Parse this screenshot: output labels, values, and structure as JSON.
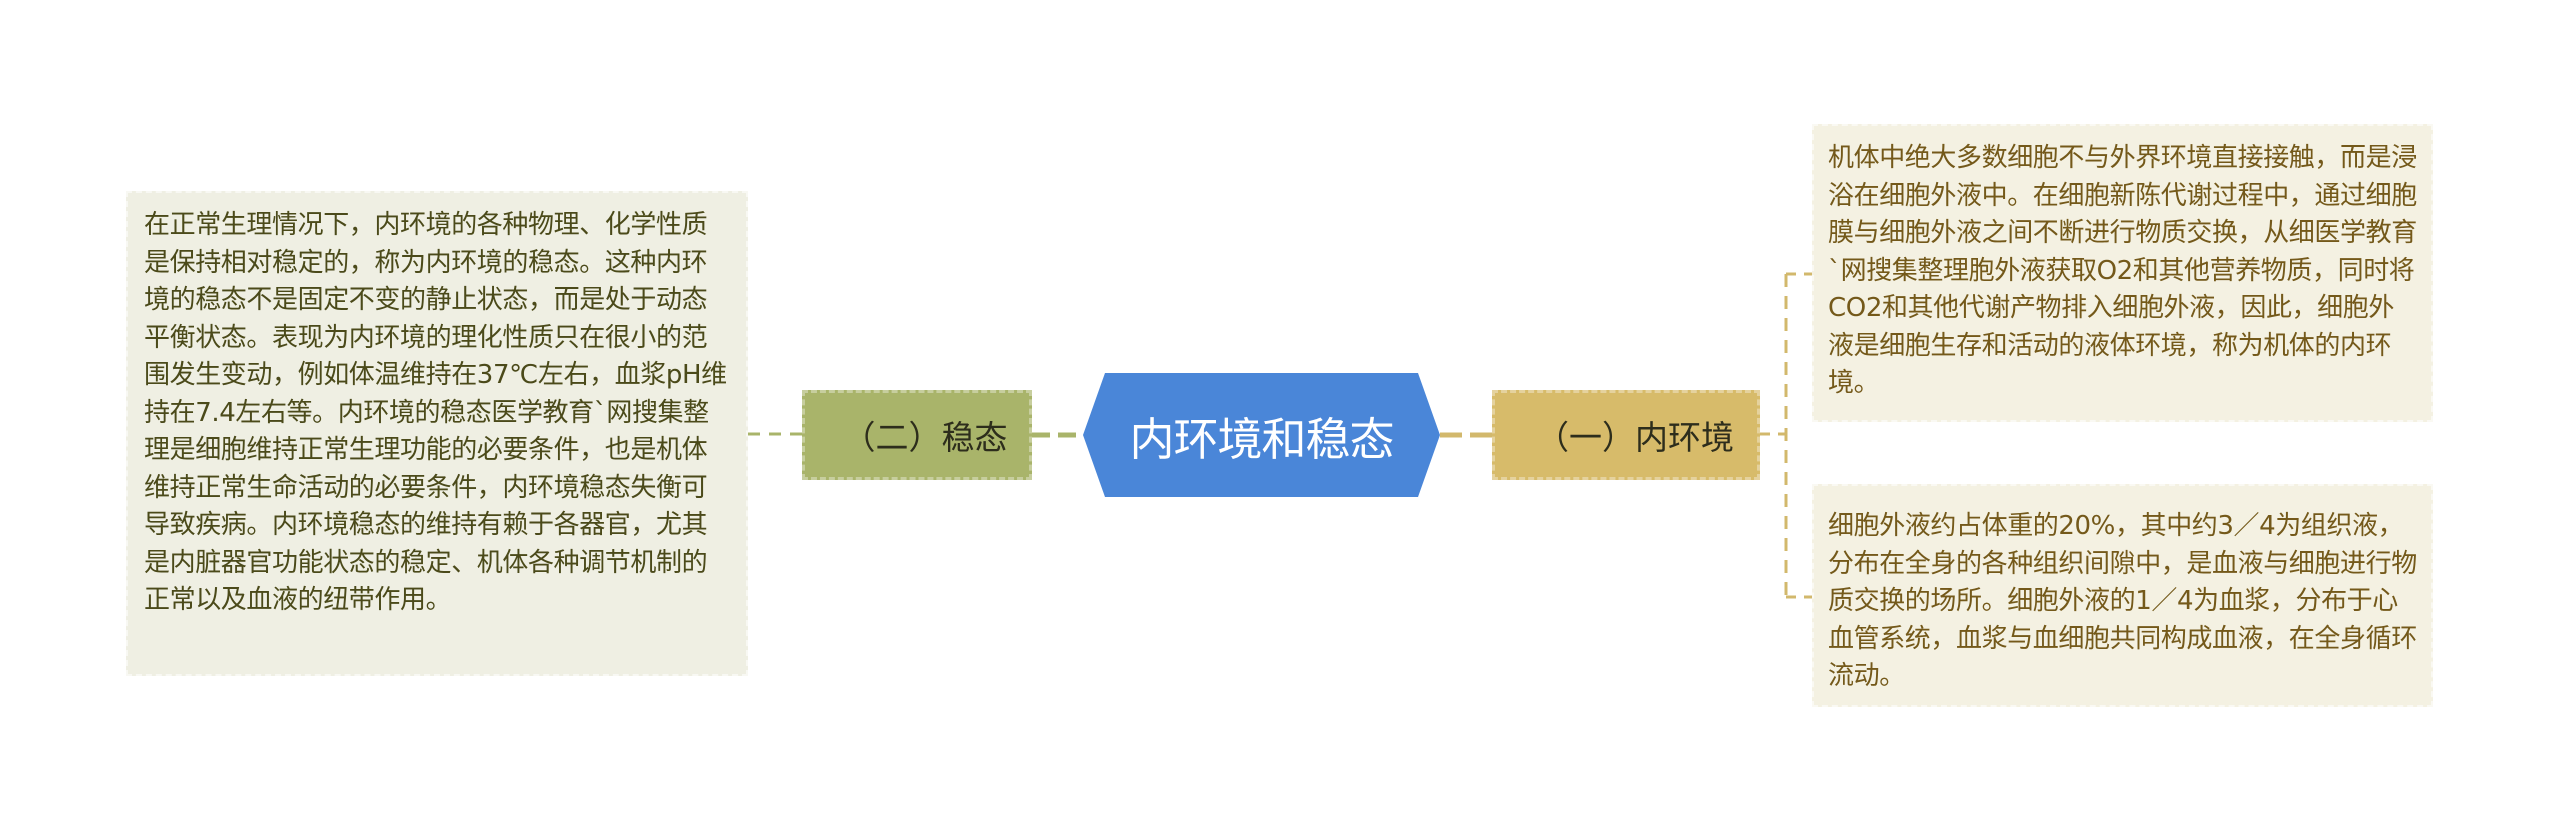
{
  "mindmap": {
    "root": {
      "label": "内环境和稳态",
      "color": "#4a86d8"
    },
    "branches": [
      {
        "id": "left",
        "label": "（二）稳态",
        "color": "#a9b46a",
        "leaves": [
          "在正常生理情况下，内环境的各种物理、化学性质是保持相对稳定的，称为内环境的稳态。这种内环境的稳态不是固定不变的静止状态，而是处于动态平衡状态。表现为内环境的理化性质只在很小的范围发生变动，例如体温维持在37℃左右，血浆pH维持在7.4左右等。内环境的稳态医学教育`网搜集整理是细胞维持正常生理功能的必要条件，也是机体维持正常生命活动的必要条件，内环境稳态失衡可导致疾病。内环境稳态的维持有赖于各器官，尤其是内脏器官功能状态的稳定、机体各种调节机制的正常以及血液的纽带作用。"
        ]
      },
      {
        "id": "right",
        "label": "（一）内环境",
        "color": "#d7bb6a",
        "leaves": [
          "机体中绝大多数细胞不与外界环境直接接触，而是浸浴在细胞外液中。在细胞新陈代谢过程中，通过细胞膜与细胞外液之间不断进行物质交换，从细医学教育`网搜集整理胞外液获取O2和其他营养物质，同时将CO2和其他代谢产物排入细胞外液，因此，细胞外液是细胞生存和活动的液体环境，称为机体的内环境。",
          "细胞外液约占体重的20%，其中约3／4为组织液，分布在全身的各种组织间隙中，是血液与细胞进行物质交换的场所。细胞外液的1／4为血浆，分布于心血管系统，血浆与血细胞共同构成血液，在全身循环流动。"
        ]
      }
    ],
    "colors": {
      "left_leaf_bg": "#efefe3",
      "left_leaf_text": "#4b4a1a",
      "right_leaf_bg": "#f4f1e2",
      "right_leaf_text": "#74591a",
      "left_line": "#a9b46a",
      "right_line": "#d2b86c"
    }
  }
}
